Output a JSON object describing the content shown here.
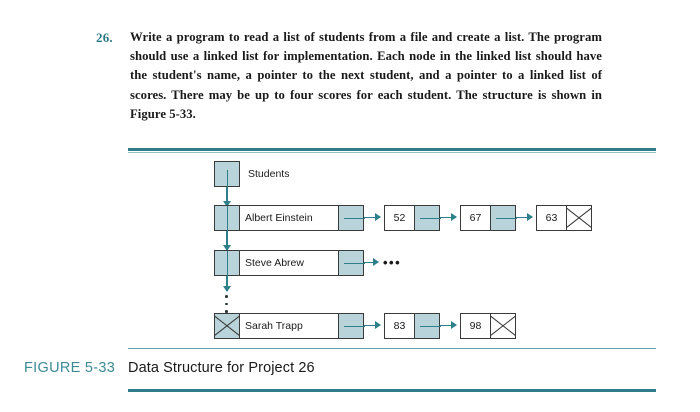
{
  "problem": {
    "number": "26.",
    "text": "Write a program to read a list of students from a file and create a list. The program should use a linked list for implementation. Each node in the linked list should have the student's name, a pointer to the next student, and a pointer to a linked list of scores. There may be up to four scores for each student. The structure is shown in Figure 5-33."
  },
  "figure": {
    "head_pointer_label": "Students",
    "caption_label": "FIGURE 5-33",
    "caption_title": "Data Structure for Project 26",
    "rule_color": "#2f7d88",
    "node_fill_color": "#b8d4da",
    "node_border_color": "#3a3a3a",
    "pointer_color": "#2d7f8a",
    "ellipsis_horizontal": "•••",
    "students": [
      {
        "name": "Albert Einstein",
        "next_pointer": "link",
        "scores": [
          {
            "value": "52",
            "next_pointer": "link"
          },
          {
            "value": "67",
            "next_pointer": "link"
          },
          {
            "value": "63",
            "next_pointer": "null"
          }
        ]
      },
      {
        "name": "Steve Abrew",
        "next_pointer": "link",
        "scores_continued": "•••",
        "scores": []
      },
      {
        "name": "Sarah Trapp",
        "next_pointer": "null",
        "scores": [
          {
            "value": "83",
            "next_pointer": "link"
          },
          {
            "value": "98",
            "next_pointer": "null"
          }
        ]
      }
    ]
  }
}
